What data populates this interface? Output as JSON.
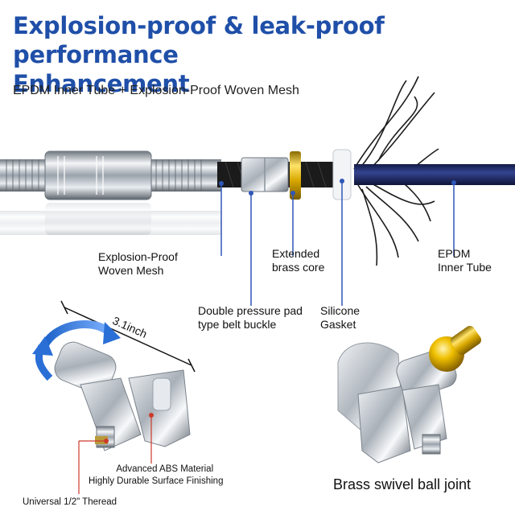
{
  "header": {
    "title_line1": "Explosion-proof & leak-proof performance",
    "title_line2": "Enhancement",
    "subtitle": "EPDM Inner Tube + Explosion-Proof Woven Mesh"
  },
  "callouts": {
    "woven_mesh_1": "Explosion-Proof",
    "woven_mesh_2": "Woven Mesh",
    "brass_core_1": "Extended",
    "brass_core_2": "brass core",
    "epdm_1": "EPDM",
    "epdm_2": "Inner Tube",
    "buckle_1": "Double pressure pad",
    "buckle_2": "type belt buckle",
    "gasket_1": "Silicone",
    "gasket_2": "Gasket"
  },
  "bracket": {
    "dimension": "3.1inch",
    "material_1": "Advanced  ABS Material",
    "material_2": "Highly Durable Surface Finishing",
    "thread": "Universal 1/2\" Theread"
  },
  "swivel": {
    "caption": "Brass swivel ball joint"
  },
  "colors": {
    "title_blue": "#1f4fa8",
    "callout_line": "#2f57b8",
    "chrome": "#b9bfc6",
    "brass": "#e2b400",
    "epdm_tube": "#1d2a66"
  }
}
